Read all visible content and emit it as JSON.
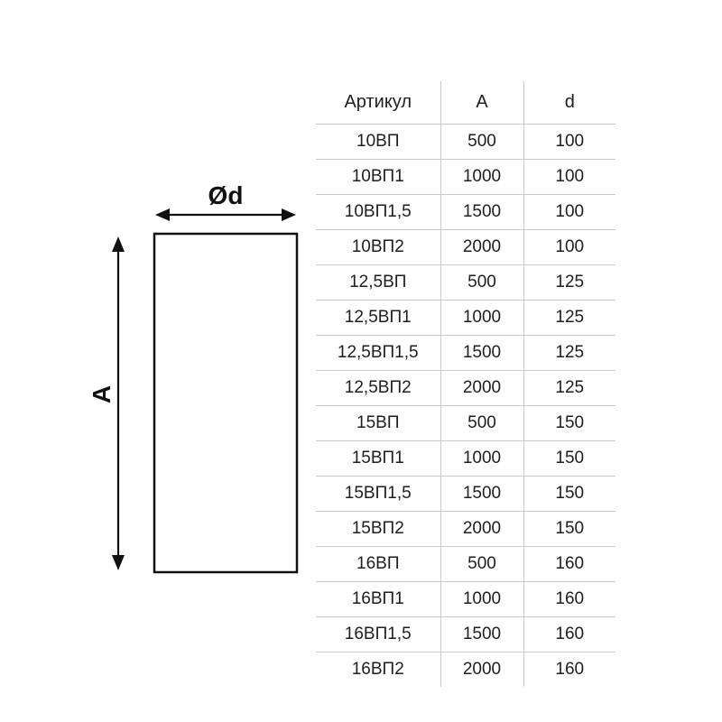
{
  "diagram": {
    "labels": {
      "diameter": "Ød",
      "length": "A"
    }
  },
  "table": {
    "headers": [
      "Артикул",
      "A",
      "d"
    ],
    "rows": [
      [
        "10ВП",
        "500",
        "100"
      ],
      [
        "10ВП1",
        "1000",
        "100"
      ],
      [
        "10ВП1,5",
        "1500",
        "100"
      ],
      [
        "10ВП2",
        "2000",
        "100"
      ],
      [
        "12,5ВП",
        "500",
        "125"
      ],
      [
        "12,5ВП1",
        "1000",
        "125"
      ],
      [
        "12,5ВП1,5",
        "1500",
        "125"
      ],
      [
        "12,5ВП2",
        "2000",
        "125"
      ],
      [
        "15ВП",
        "500",
        "150"
      ],
      [
        "15ВП1",
        "1000",
        "150"
      ],
      [
        "15ВП1,5",
        "1500",
        "150"
      ],
      [
        "15ВП2",
        "2000",
        "150"
      ],
      [
        "16ВП",
        "500",
        "160"
      ],
      [
        "16ВП1",
        "1000",
        "160"
      ],
      [
        "16ВП1,5",
        "1500",
        "160"
      ],
      [
        "16ВП2",
        "2000",
        "160"
      ]
    ]
  },
  "colors": {
    "table_line": "#c9c9c9",
    "text": "#1e1e1e",
    "drawing": "#111111"
  }
}
